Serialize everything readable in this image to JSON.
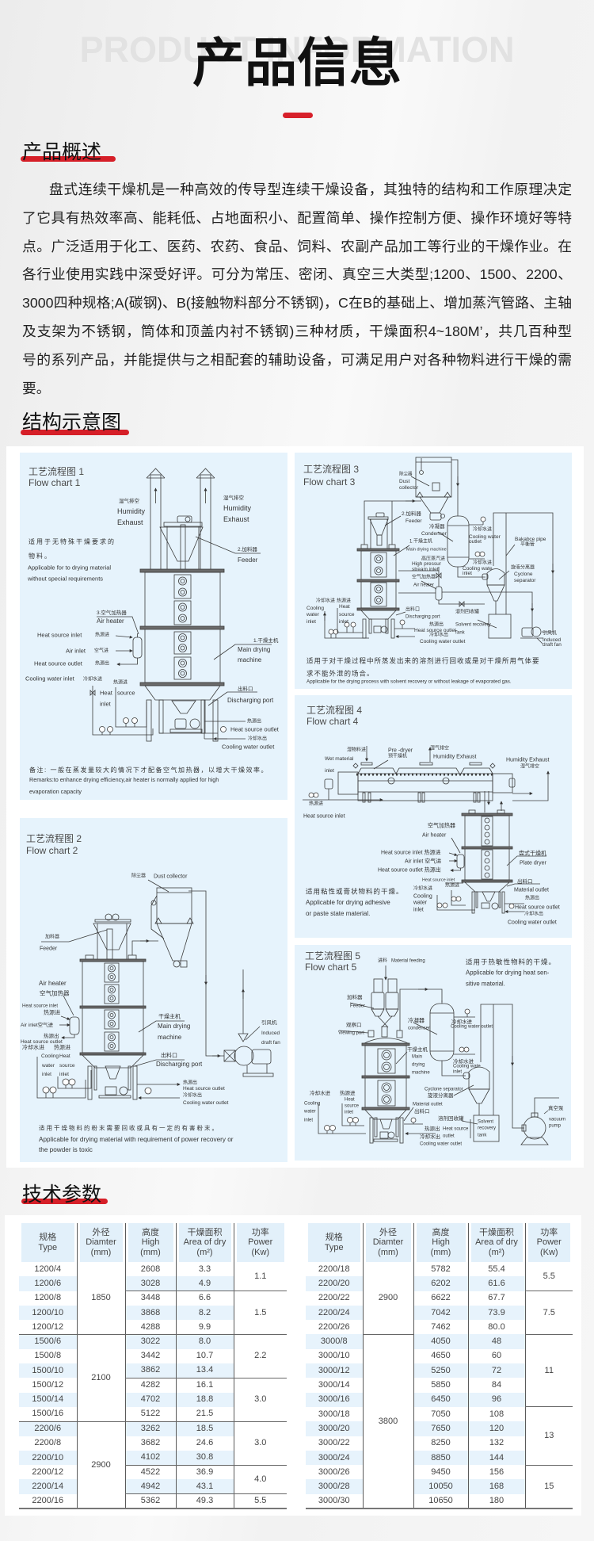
{
  "page": {
    "watermark": "PRODUCT INFORMATION",
    "title": "产品信息"
  },
  "colors": {
    "accent": "#d7202a",
    "panel_bg": "#e6f3fc",
    "table_stripe": "#e7f3fc"
  },
  "overview": {
    "heading": "产品概述",
    "lines": [
      "盘式连续干燥机是一种高效的传导型连续干燥设备，其独特的结构和工作原理决定",
      "了它具有热效率高、能耗低、占地面积小、配置简单、操作控制方便、操作环境好等特",
      "点。广泛适用于化工、医药、农药、食品、饲料、农副产品加工等行业的干燥作业。在",
      "各行业使用实践中深受好评。可分为常压、密闭、真空三大类型;1200、1500、2200、",
      "3000四种规格;A(碳钢)、B(接触物料部分不锈钢)，C在B的基础上、增加蒸汽管路、主轴",
      "及支架为不锈钢，筒体和顶盖内衬不锈钢)三种材质，干燥面积4~180M’，共几百种型",
      "号的系列产品，并能提供与之相配套的辅助设备，可满足用户对各种物料进行干燥的需",
      "要。"
    ]
  },
  "structure": {
    "heading": "结构示意图"
  },
  "flowcharts": [
    {
      "title_cn": "工艺流程图 1",
      "title_en": "Flow chart 1",
      "labels": [
        "湿气排空",
        "Humidity",
        "Exhaust",
        "湿气排空",
        "Humidity",
        "Exhaust",
        "适用于无特殊干燥要求的",
        "物料。",
        "Applicable for to drying material",
        "without special requirements",
        "2.加料器",
        "Feeder",
        "3.空气加热器",
        "Air heater",
        "Heat source inlet",
        "热源进",
        "Air inlet",
        "空气进",
        "Heat source outlet",
        "热源出",
        "Cooling water inlet",
        "冷却水进",
        "热源进",
        "Heat",
        "source",
        "inlet",
        "1.干燥主机",
        "Main drying",
        "machine",
        "出料口",
        "Discharging port",
        "热源出",
        "Heat source outlet",
        "冷却水出",
        "Cooling water outlet",
        "备注: 一般在蒸发量较大的情况下才配备空气加热器，以增大干燥效率。",
        "Remarks:to enhance drying efficiency,air heater is normally applied for high",
        "evaporation capacity"
      ]
    },
    {
      "title_cn": "工艺流程图 2",
      "title_en": "Flow chart 2",
      "labels": [
        "除尘器",
        "Dust collector",
        "加料器",
        "Feeder",
        "Air heater",
        "空气加热器",
        "Heat source inlet",
        "热源进",
        "Air inlet空气进",
        "热源出",
        "Heat source outlet",
        "冷却水进",
        "热源进",
        "Cooling",
        "Heat",
        "water",
        "source",
        "inlet",
        "inlet",
        "干燥主机",
        "Main drying",
        "machine",
        "出料口",
        "Discharging port",
        "引风机",
        "Induced",
        "draft fan",
        "热源出",
        "Heat source outlet",
        "冷却水出",
        "Cooling water outlet",
        "适用干燥物料的粉末需要回收或具有一定的有害粉末。",
        "Applicable for drying material with requirement of power recovery or",
        "the powder is toxic"
      ]
    },
    {
      "title_cn": "工艺流程图 3",
      "title_en": "Flow chart 3",
      "labels": [
        "除尘器",
        "Dust",
        "collector",
        "2.加料器",
        "Feeder",
        "冷凝器",
        "Condenser",
        "冷却水进",
        "Cooling water",
        "outlet",
        "Bakabce pipe",
        "平衡管",
        "1.干燥主机",
        "Main drying machine",
        "高压蒸汽进",
        "High pressur",
        "stream inlet",
        "冷却水进",
        "Cooling wate",
        "inlet",
        "旋液分离器",
        "Cyclone",
        "separator",
        "空气加热器",
        "Air heater",
        "冷却水进",
        "Cooling",
        "water",
        "inlet",
        "热源进",
        "Heat",
        "source",
        "inlet",
        "出料口",
        "Discharging port",
        "溶剂回收罐",
        "Solvent recovery",
        "热源出",
        "Heat source outlet",
        "Tank",
        "冷却水出",
        "Cooling water outlet",
        "引风机",
        "Induced",
        "draft fan",
        "适用于对干燥过程中所蒸发出来的溶剂进行回收或是对干燥所用气体要",
        "求不能外泄的场合。",
        "Applicable for the drying process with solvent recovery or without leakage of evaporated gas."
      ]
    },
    {
      "title_cn": "工艺流程图 4",
      "title_en": "Flow chart 4",
      "labels": [
        "湿物料进",
        "Wet material",
        "inlet",
        "Pre -dryer",
        "预干燥机",
        "湿气排空",
        "Humidity Exhaust",
        "Humidity Exhaust",
        "湿气排空",
        "热源进",
        "Heat source inlet",
        "空气加热器",
        "Air heater",
        "Heat source inlet 热源进",
        "Air inlet 空气进",
        "Heat source outlet 热源出",
        "盘式干燥机",
        "Plate dryer",
        "Heat source inlet",
        "热源进",
        "出料口",
        "Material outlet",
        "冷却水进",
        "Cooling",
        "water",
        "inlet",
        "热源出",
        "Heat source outlet",
        "冷却水出",
        "Cooling water outlet",
        "适用粘性或膏状物料的干燥。",
        "Applicable for drying adhesive",
        "or paste state material."
      ]
    },
    {
      "title_cn": "工艺流程图 5",
      "title_en": "Flow chart 5",
      "labels": [
        "进料",
        "Material feeding",
        "适用于热敏性物料的干燥。",
        "Applicable for drying heat sen-",
        "sitive material.",
        "加料器",
        "Feeder",
        "观察口",
        "Viewing port",
        "冷凝器",
        "condenser",
        "冷却水进",
        "Cooling water outlet",
        "干燥主机",
        "Main",
        "drying",
        "machine",
        "冷却水进",
        "Cooling wate",
        "inlet",
        "Cyclone separator",
        "旋液分离器",
        "冷却水进",
        "Cooling",
        "water",
        "inlet",
        "热源进",
        "Heat",
        "source",
        "inlet",
        "Material outlet",
        "出料口",
        "溶剂回收罐",
        "Solvent",
        "recovery",
        "tank",
        "热源出",
        "Heat source",
        "outlet",
        "冷却水出",
        "Cooling water outlet",
        "真空泵",
        "vacuum",
        "pump"
      ]
    }
  ],
  "specs": {
    "heading": "技术参数",
    "columns": [
      {
        "cn": "规格",
        "en": "Type",
        "unit": ""
      },
      {
        "cn": "外径",
        "en": "Diamter",
        "unit": "(mm)"
      },
      {
        "cn": "高度",
        "en": "High",
        "unit": "(mm)"
      },
      {
        "cn": "干燥面积",
        "en": "Area of dry",
        "unit": "(m²)"
      },
      {
        "cn": "功率",
        "en": "Power",
        "unit": "(Kw)"
      }
    ],
    "tables": [
      {
        "rows": [
          {
            "type": "1200/4",
            "high": "2608",
            "area": "3.3"
          },
          {
            "type": "1200/6",
            "high": "3028",
            "area": "4.9"
          },
          {
            "type": "1200/8",
            "high": "3448",
            "area": "6.6"
          },
          {
            "type": "1200/10",
            "high": "3868",
            "area": "8.2"
          },
          {
            "type": "1200/12",
            "high": "4288",
            "area": "9.9"
          },
          {
            "type": "1500/6",
            "high": "3022",
            "area": "8.0"
          },
          {
            "type": "1500/8",
            "high": "3442",
            "area": "10.7"
          },
          {
            "type": "1500/10",
            "high": "3862",
            "area": "13.4"
          },
          {
            "type": "1500/12",
            "high": "4282",
            "area": "16.1"
          },
          {
            "type": "1500/14",
            "high": "4702",
            "area": "18.8"
          },
          {
            "type": "1500/16",
            "high": "5122",
            "area": "21.5"
          },
          {
            "type": "2200/6",
            "high": "3262",
            "area": "18.5"
          },
          {
            "type": "2200/8",
            "high": "3682",
            "area": "24.6"
          },
          {
            "type": "2200/10",
            "high": "4102",
            "area": "30.8"
          },
          {
            "type": "2200/12",
            "high": "4522",
            "area": "36.9"
          },
          {
            "type": "2200/14",
            "high": "4942",
            "area": "43.1"
          },
          {
            "type": "2200/16",
            "high": "5362",
            "area": "49.3"
          }
        ],
        "diameter_groups": [
          {
            "value": "1850",
            "span": 5
          },
          {
            "value": "2100",
            "span": 6
          },
          {
            "value": "2900",
            "span": 6
          }
        ],
        "power_groups": [
          {
            "value": "1.1",
            "span": 2
          },
          {
            "value": "1.5",
            "span": 3
          },
          {
            "value": "2.2",
            "span": 3
          },
          {
            "value": "3.0",
            "span": 3
          },
          {
            "value": "3.0",
            "span": 3
          },
          {
            "value": "4.0",
            "span": 2
          },
          {
            "value": "5.5",
            "span": 1
          }
        ]
      },
      {
        "rows": [
          {
            "type": "2200/18",
            "high": "5782",
            "area": "55.4"
          },
          {
            "type": "2200/20",
            "high": "6202",
            "area": "61.6"
          },
          {
            "type": "2200/22",
            "high": "6622",
            "area": "67.7"
          },
          {
            "type": "2200/24",
            "high": "7042",
            "area": "73.9"
          },
          {
            "type": "2200/26",
            "high": "7462",
            "area": "80.0"
          },
          {
            "type": "3000/8",
            "high": "4050",
            "area": "48"
          },
          {
            "type": "3000/10",
            "high": "4650",
            "area": "60"
          },
          {
            "type": "3000/12",
            "high": "5250",
            "area": "72"
          },
          {
            "type": "3000/14",
            "high": "5850",
            "area": "84"
          },
          {
            "type": "3000/16",
            "high": "6450",
            "area": "96"
          },
          {
            "type": "3000/18",
            "high": "7050",
            "area": "108"
          },
          {
            "type": "3000/20",
            "high": "7650",
            "area": "120"
          },
          {
            "type": "3000/22",
            "high": "8250",
            "area": "132"
          },
          {
            "type": "3000/24",
            "high": "8850",
            "area": "144"
          },
          {
            "type": "3000/26",
            "high": "9450",
            "area": "156"
          },
          {
            "type": "3000/28",
            "high": "10050",
            "area": "168"
          },
          {
            "type": "3000/30",
            "high": "10650",
            "area": "180"
          }
        ],
        "diameter_groups": [
          {
            "value": "2900",
            "span": 5
          },
          {
            "value": "3800",
            "span": 12
          }
        ],
        "power_groups": [
          {
            "value": "5.5",
            "span": 2
          },
          {
            "value": "7.5",
            "span": 3
          },
          {
            "value": "11",
            "span": 5
          },
          {
            "value": "13",
            "span": 4
          },
          {
            "value": "15",
            "span": 3
          }
        ]
      }
    ]
  }
}
